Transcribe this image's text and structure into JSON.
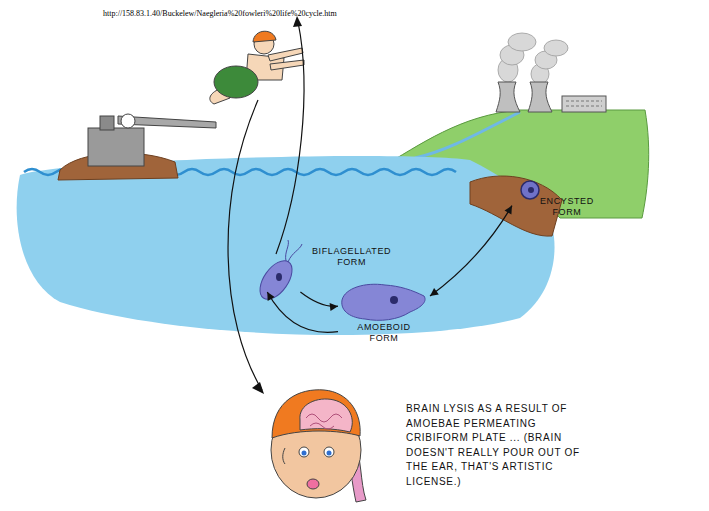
{
  "diagram": {
    "nodes": [
      {
        "text": [
          "BIFLAGELLATED FORM"
        ]
      },
      {
        "text": [
          "AMOEBOID FORM"
        ]
      },
      {
        "text": [
          "ENCYSTED FORM"
        ]
      },
      {
        "text": [
          "BRAIN LYSIS AS A RESULT OF AMOEBAE PERMEATING CRIBIFORM PLATE ... (BRAIN DOESN'T REALLY POUR OUT OF THE EAR, THAT'S ARTISTIC LICENSE.)"
        ]
      }
    ],
    "edges": [
      {
        "from": 0,
        "to": 1,
        "arrow": "to"
      },
      {
        "from": 1,
        "to": 0,
        "arrow": "to"
      },
      {
        "from": 1,
        "to": 2,
        "arrow": "both"
      }
    ],
    "labels": [
      "http://158.83.1.40/Buckelew/Naegleria%20fowleri%20life%20cycle.htm"
    ]
  }
}
